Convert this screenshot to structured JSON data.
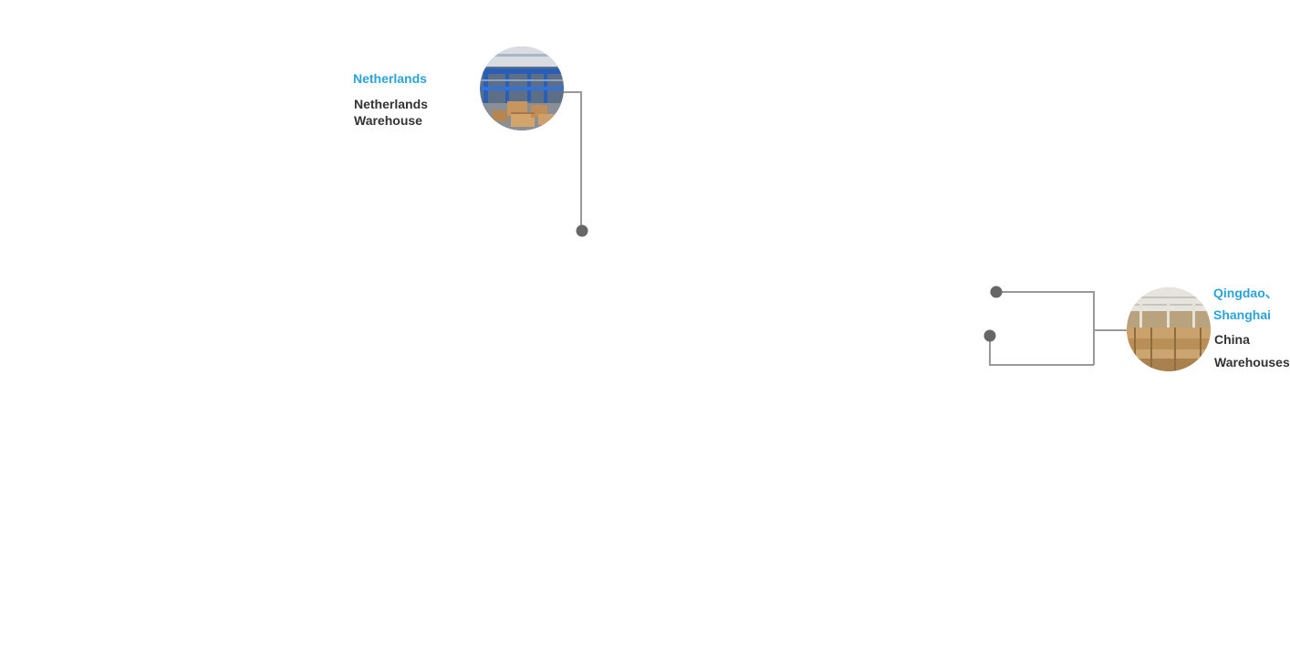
{
  "colors": {
    "location_text": "#2ba3d6",
    "warehouse_text": "#333333",
    "connector_line": "#999999",
    "connector_dot": "#666666"
  },
  "markers": [
    {
      "location": "Netherlands",
      "warehouse_lines": [
        "Netherlands",
        "Warehouse"
      ]
    },
    {
      "location_lines": [
        "Qingdao、",
        "Shanghai"
      ],
      "warehouse_lines": [
        "China",
        "Warehouses"
      ]
    }
  ]
}
